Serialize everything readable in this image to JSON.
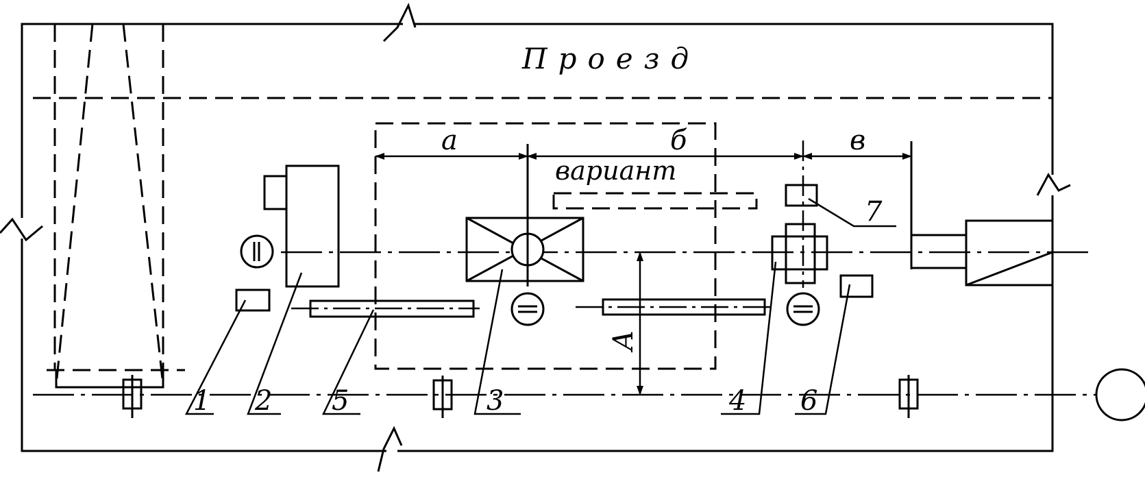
{
  "diagram": {
    "title": "Проезд",
    "variant_label": "вариант",
    "dimensions": {
      "a": "а",
      "b": "б",
      "v": "в",
      "A": "А"
    },
    "callouts": [
      "1",
      "2",
      "5",
      "3",
      "4",
      "6",
      "7"
    ]
  }
}
